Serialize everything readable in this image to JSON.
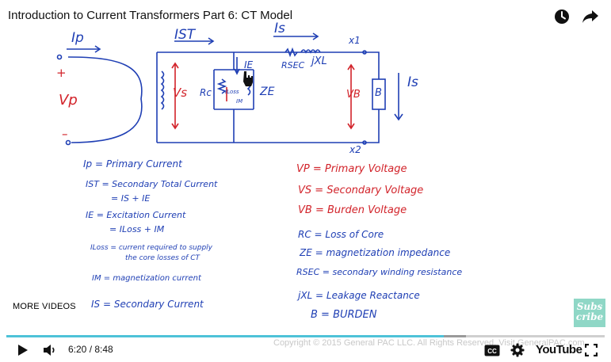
{
  "header": {
    "title": "Introduction to Current Transformers Part 6: CT Model",
    "watch_later_icon": "clock-icon",
    "share_icon": "share-arrow-icon"
  },
  "circuit": {
    "ip": "Ip",
    "ist": "IST",
    "is_top": "Is",
    "x1": "x1",
    "x2": "x2",
    "plus": "+",
    "minus": "–",
    "vp": "Vp",
    "vs": "Vs",
    "ie": "IE",
    "rc": "Rc",
    "ze": "ZE",
    "iloss": "ILoss",
    "im": "IM",
    "rsec": "RSEC",
    "jxl": "jXL",
    "vb": "VB",
    "b": "B",
    "is_right": "Is"
  },
  "legend_blue": [
    "Ip = Primary Current",
    "IST = Secondary Total Current",
    "= IS + IE",
    "IE = Excitation Current",
    "= ILoss + IM",
    "ILoss = current required to supply",
    "the core losses of CT",
    "IM = magnetization current",
    "IS = Secondary Current"
  ],
  "legend_red": [
    "VP = Primary Voltage",
    "VS = Secondary Voltage",
    "VB = Burden Voltage"
  ],
  "legend_blue2": [
    "RC = Loss of Core",
    "ZE = magnetization impedance",
    "RSEC = secondary winding resistance",
    "jXL = Leakage Reactance",
    "B = BURDEN"
  ],
  "overlay": {
    "more_videos": "MORE VIDEOS",
    "subscribe_line1": "Subs",
    "subscribe_line2": "cribe"
  },
  "player": {
    "progress_played": 0.7308,
    "time_display": "6:20 / 8:48",
    "copyright": "Copyright © 2015 General PAC LLC. All Rights Reserved. Visit GeneralPAC.com",
    "youtube_label": "YouTube",
    "play_icon": "play-icon",
    "volume_icon": "volume-icon",
    "cc_icon": "cc-icon",
    "settings_icon": "gear-icon",
    "fullscreen_icon": "fullscreen-icon",
    "accent_color": "#4ec2d8"
  }
}
